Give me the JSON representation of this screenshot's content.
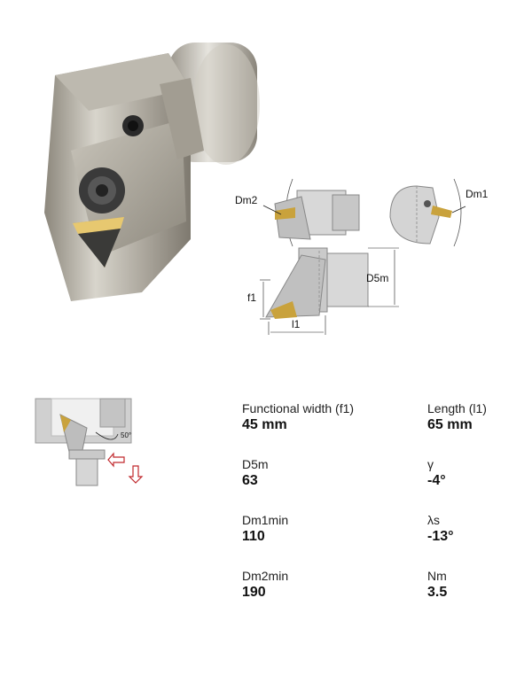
{
  "diagram": {
    "labels": {
      "dm2": "Dm2",
      "dm1": "Dm1",
      "d5m": "D5m",
      "f1": "f1",
      "l1": "l1",
      "angle": "50°"
    }
  },
  "specs": [
    {
      "label": "Functional width (f1)",
      "value": "45 mm"
    },
    {
      "label": "Length (l1)",
      "value": "65 mm"
    },
    {
      "label": "D5m",
      "value": "63"
    },
    {
      "label": "γ",
      "value": "-4°"
    },
    {
      "label": "Dm1min",
      "value": "110"
    },
    {
      "label": "λs",
      "value": "-13°"
    },
    {
      "label": "Dm2min",
      "value": "190"
    },
    {
      "label": "Nm",
      "value": "3.5"
    }
  ]
}
